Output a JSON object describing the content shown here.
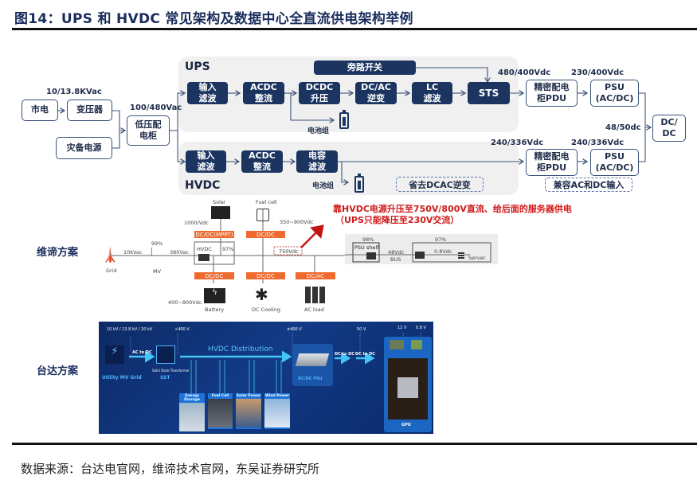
{
  "figure": {
    "title": "图14：UPS 和 HVDC 常见架构及数据中心全直流供电架构举例",
    "source": "数据来源：台达电官网，维谛技术官网，东吴证券研究所"
  },
  "top_diagram": {
    "grid": "市电",
    "transformer": "变压器",
    "backup": "灾备电源",
    "lv_cabinet": "低压配\n电柜",
    "v_in": "10/13.8KVac",
    "v_lv": "100/480Vac",
    "ups": {
      "label": "UPS",
      "blocks": [
        "输入\n滤波",
        "ACDC\n整流",
        "DCDC\n升压",
        "DC/AC\n逆变",
        "LC\n滤波",
        "STS"
      ],
      "bypass": "旁路开关",
      "battery": "电池组",
      "v_out": "480/400Vdc",
      "pdu": "精密配电\n柜PDU",
      "v_psu": "230/400Vdc",
      "psu": "PSU\n(AC/DC)"
    },
    "hvdc": {
      "label": "HVDC",
      "blocks": [
        "输入\n滤波",
        "ACDC\n整流",
        "电容\n滤波"
      ],
      "battery": "电池组",
      "omit_note": "省去DCAC逆变",
      "v_out": "240/336Vdc",
      "pdu": "精密配电\n柜PDU",
      "v_psu": "240/336Vdc",
      "psu": "PSU\n(AC/DC)",
      "compat_note": "兼容AC和DC输入"
    },
    "v_dcdc": "48/50dc",
    "dcdc": "DC/\nDC"
  },
  "vertiv": {
    "section_label": "维谛方案",
    "grid": "Grid",
    "mv": "MV",
    "mv_eff": "99%",
    "v_10k": "10kVac",
    "v_380": "380Vac",
    "hvdc": "HVDC",
    "hvdc_eff": "97%",
    "solar": "Solar",
    "solar_v": "1000/Vdc",
    "mppt": "DC/DC(MPPT)",
    "fuel_cell": "Fuel cell",
    "fuel_v": "350~900Vdc",
    "fuel_dcdc": "DC/DC",
    "bus_v": "750Vdc",
    "batt_dcdc": "DC/DC",
    "battery": "Battery",
    "battery_v": "400~800Vdc",
    "cool_dcdc": "DC/DC",
    "cooling": "DC Cooling",
    "load_dcac": "DC/AC",
    "ac_load": "AC load",
    "psu_eff": "98%",
    "psu_shelf": "PSU shelf",
    "v_48": "48Vdc",
    "bus": "BUS",
    "server_eff": "97%",
    "v_08": "0.8Vdc",
    "server": "Server",
    "note_line1": "靠HVDC电源升压至750V/800V直流、给后面的服务器供电",
    "note_line2": "（UPS只能降压至230V交流）"
  },
  "delta": {
    "section_label": "台达方案",
    "mv_v": "10 kV / 13.8 kV / 20 kV",
    "ac_dc": "AC to DC",
    "utility": "Utility MV Grid",
    "sst_full": "Solid State Transformer",
    "sst": "SST",
    "v_400a": "+400 V",
    "v_400b": "±400 V",
    "distribution": "HVDC  Distribution",
    "tiles": [
      "Energy Storage",
      "Fuel Cell",
      "Solar Power",
      "Wind Power"
    ],
    "psu": "DC/DC PSU",
    "dc_dc_1": "DC to DC",
    "dc_dc_2": "DC to DC",
    "v_50": "50 V",
    "v_12": "12 V",
    "v_08": "0.8 V",
    "gpu": "GPU"
  }
}
